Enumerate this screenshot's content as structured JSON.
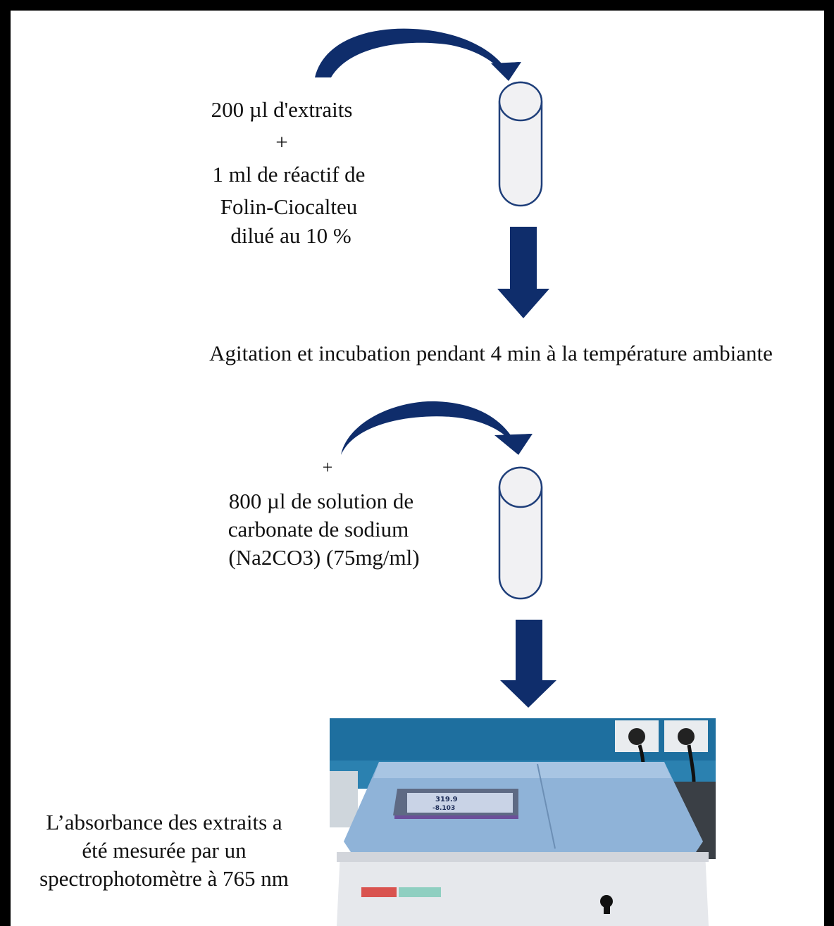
{
  "step1": {
    "line1": "200 µl d'extraits",
    "plus": "+",
    "line2": "1 ml de réactif de",
    "line3": "Folin-Ciocalteu",
    "line4": "dilué au 10 %"
  },
  "step2": {
    "text": "Agitation et incubation pendant 4 min à la température ambiante"
  },
  "step3": {
    "plus": "+",
    "line1": "800 µl de solution de",
    "line2": "carbonate de sodium",
    "line3": "(Na2CO3) (75mg/ml)"
  },
  "step4": {
    "line1": "L’absorbance des extraits a",
    "line2": "été mesurée par un",
    "line3": "spectrophotomètre à 765 nm"
  },
  "device_display": {
    "value1": "319.9",
    "value2": "-8.103"
  },
  "colors": {
    "arrow": "#0f2d6b",
    "tube_fill": "#f1f1f3",
    "tube_stroke": "#1f3f7a",
    "frame": "#000000"
  },
  "icons": {
    "curved_arrow": "curved-arrow-icon",
    "down_arrow": "down-arrow-icon",
    "tube": "test-tube-icon"
  }
}
